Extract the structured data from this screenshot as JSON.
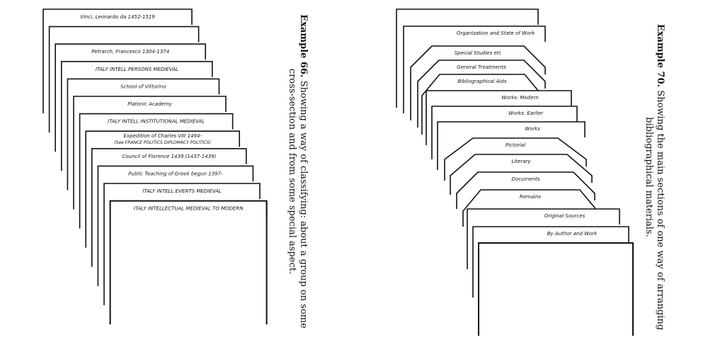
{
  "example66": {
    "number_label": "Example 66.",
    "caption": "Showing a way of classifying: about a group on some cross-section and from some special aspect.",
    "cards": [
      {
        "text": "Vinci, Leonardo da   1452-1519"
      },
      {
        "text": ""
      },
      {
        "text": "Petrarch, Francesco   1304-1374"
      },
      {
        "text": "ITALY   INTELL   PERSONS   MEDIEVAL"
      },
      {
        "text": "School of Vittorino"
      },
      {
        "text": "Platonic Academy"
      },
      {
        "text": "ITALY   INTELL   INSTITUTIONAL   MEDIEVAL"
      },
      {
        "text": "Expedition of Charles VIII   1494-",
        "text2": "(See FRANCE  POLITICS  DIPLOMACY  POLITICS)"
      },
      {
        "text": "Council of Florence   1439 (1437-1439)"
      },
      {
        "text": "Public Teaching of Greek begun   1397-"
      },
      {
        "text": "ITALY   INTELL   EVENTS   MEDIEVAL"
      },
      {
        "text": "ITALY   INTELLECTUAL   MEDIEVAL TO MODERN"
      }
    ]
  },
  "example70": {
    "number_label": "Example 70.",
    "caption": "Showing the main sections of one way of arranging bibliographical materials.",
    "cards": [
      {
        "text": ""
      },
      {
        "text": "Organization and State of Work"
      },
      {
        "text": "Special Studies etc"
      },
      {
        "text": "General Treatments"
      },
      {
        "text": "Bibliographical Aids"
      },
      {
        "text": "Works: Modern"
      },
      {
        "text": "Works: Earlier"
      },
      {
        "text": "Works"
      },
      {
        "text": "Pictorial"
      },
      {
        "text": "Literary"
      },
      {
        "text": "Documents"
      },
      {
        "text": "Remains"
      },
      {
        "text": "Original Sources"
      },
      {
        "text": "By Author and Work"
      },
      {
        "text": ""
      }
    ]
  }
}
